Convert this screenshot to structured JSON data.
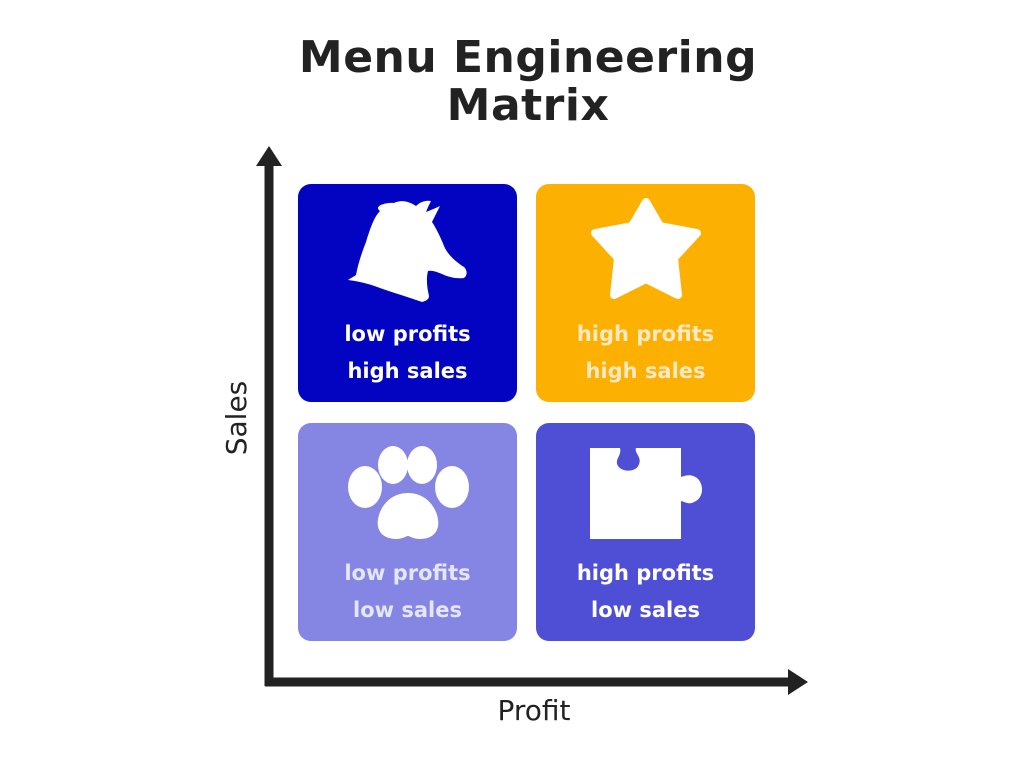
{
  "title": {
    "line1": "Menu Engineering",
    "line2": "Matrix"
  },
  "axes": {
    "x_label": "Profit",
    "y_label": "Sales"
  },
  "quadrants": {
    "top_left": {
      "icon": "horse-icon",
      "line1": "low profits",
      "line2": "high sales",
      "color": "#0204c2"
    },
    "top_right": {
      "icon": "star-icon",
      "line1": "high profits",
      "line2": "high sales",
      "color": "#fcb002"
    },
    "bottom_left": {
      "icon": "paw-icon",
      "line1": "low profits",
      "line2": "low sales",
      "color": "#8585e4"
    },
    "bottom_right": {
      "icon": "puzzle-icon",
      "line1": "high profits",
      "line2": "low sales",
      "color": "#4f4fd6"
    }
  },
  "colors": {
    "text": "#222222",
    "icon": "#ffffff"
  }
}
